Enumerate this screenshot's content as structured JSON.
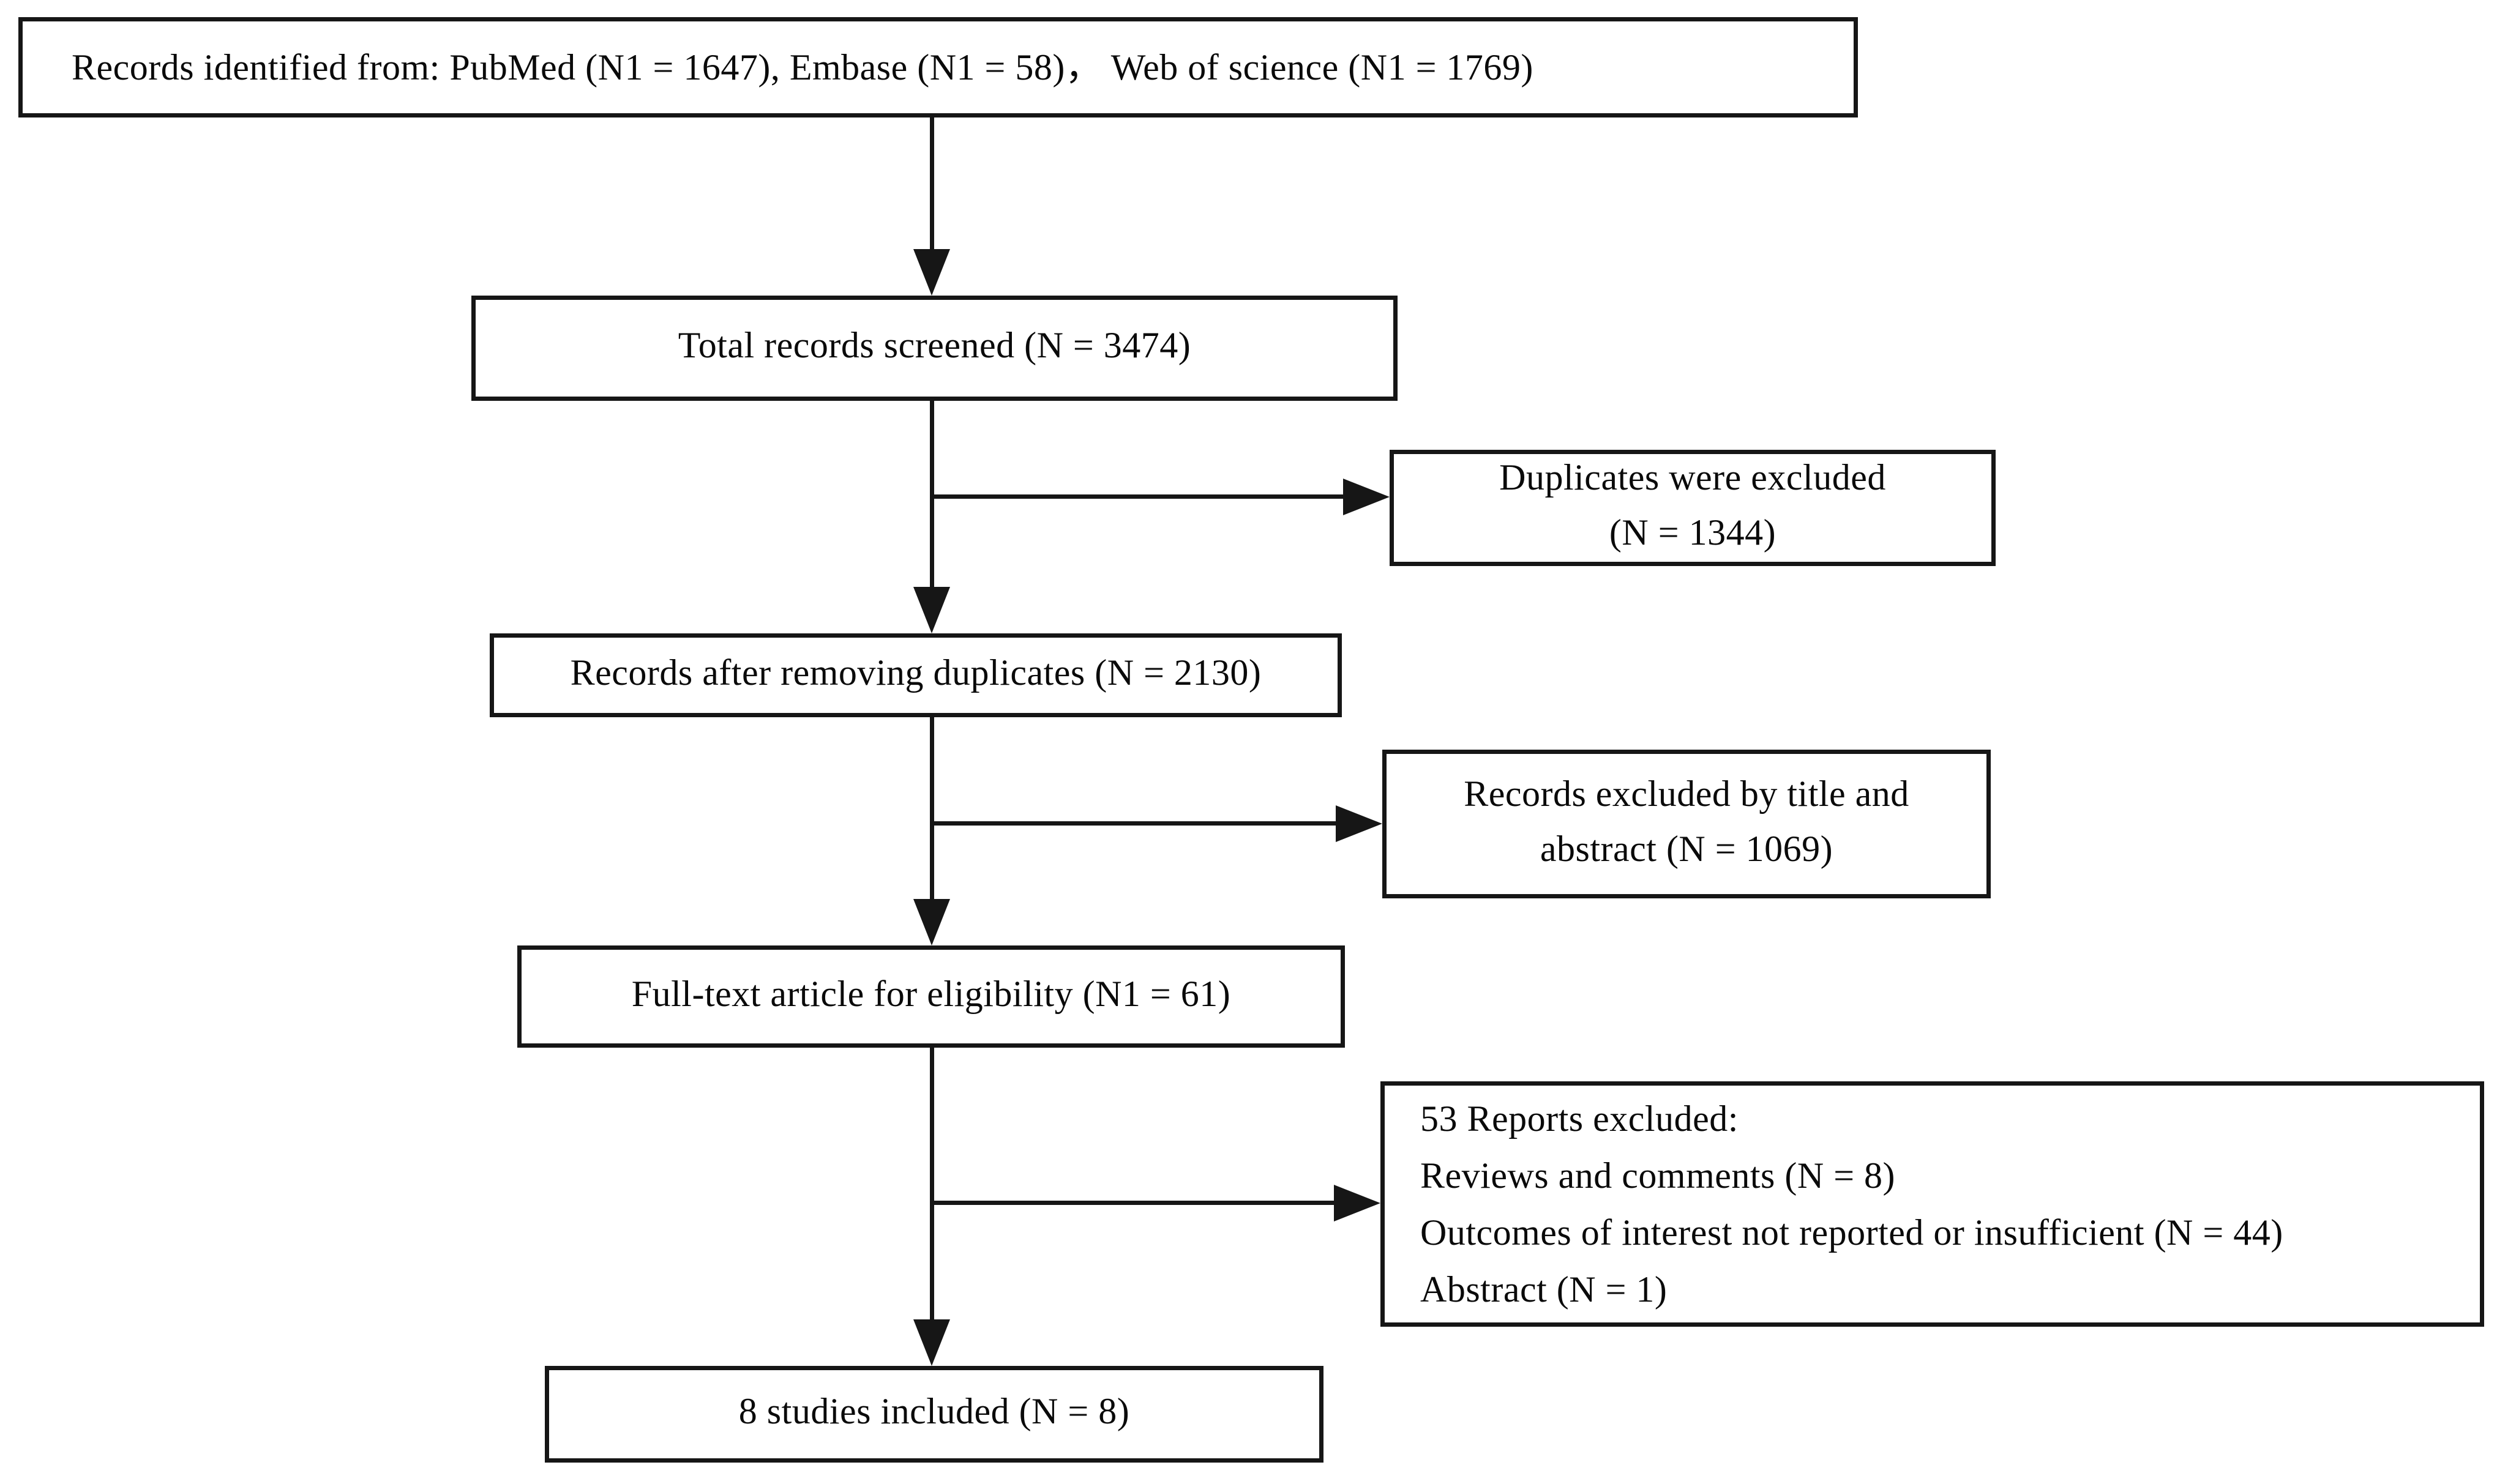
{
  "flowchart": {
    "type": "prisma-literature-screening-flow",
    "colors": {
      "line": "#161616",
      "background": "#ffffff",
      "text": "#0a0a0a"
    },
    "boxes": {
      "identification": {
        "text": "Records identified from: PubMed (N1 = 1647), Embase (N1 = 58)， Web of science (N1 = 1769)"
      },
      "screened": {
        "text": "Total records screened (N = 3474)"
      },
      "duplicates_excluded": {
        "line1": "Duplicates were excluded",
        "line2": "(N = 1344)"
      },
      "after_duplicates_removed": {
        "text": "Records after removing duplicates (N = 2130)"
      },
      "excluded_title_abstract": {
        "line1": "Records excluded by title and",
        "line2": "abstract (N = 1069)"
      },
      "fulltext_eligibility": {
        "text": "Full-text article for eligibility (N1 = 61)"
      },
      "reports_excluded": {
        "lines": [
          "53 Reports excluded:",
          "Reviews and comments (N = 8)",
          "Outcomes of interest not reported or insufficient (N = 44)",
          "Abstract (N = 1)"
        ]
      },
      "studies_included": {
        "text": "8 studies included (N = 8)"
      }
    },
    "edges": [
      {
        "from": "identification",
        "to": "screened",
        "direction": "down"
      },
      {
        "from": "screened",
        "to": "duplicates_excluded",
        "direction": "right"
      },
      {
        "from": "screened",
        "to": "after_duplicates_removed",
        "direction": "down"
      },
      {
        "from": "after_duplicates_removed",
        "to": "excluded_title_abstract",
        "direction": "right"
      },
      {
        "from": "after_duplicates_removed",
        "to": "fulltext_eligibility",
        "direction": "down"
      },
      {
        "from": "fulltext_eligibility",
        "to": "reports_excluded",
        "direction": "right"
      },
      {
        "from": "fulltext_eligibility",
        "to": "studies_included",
        "direction": "down"
      }
    ]
  }
}
